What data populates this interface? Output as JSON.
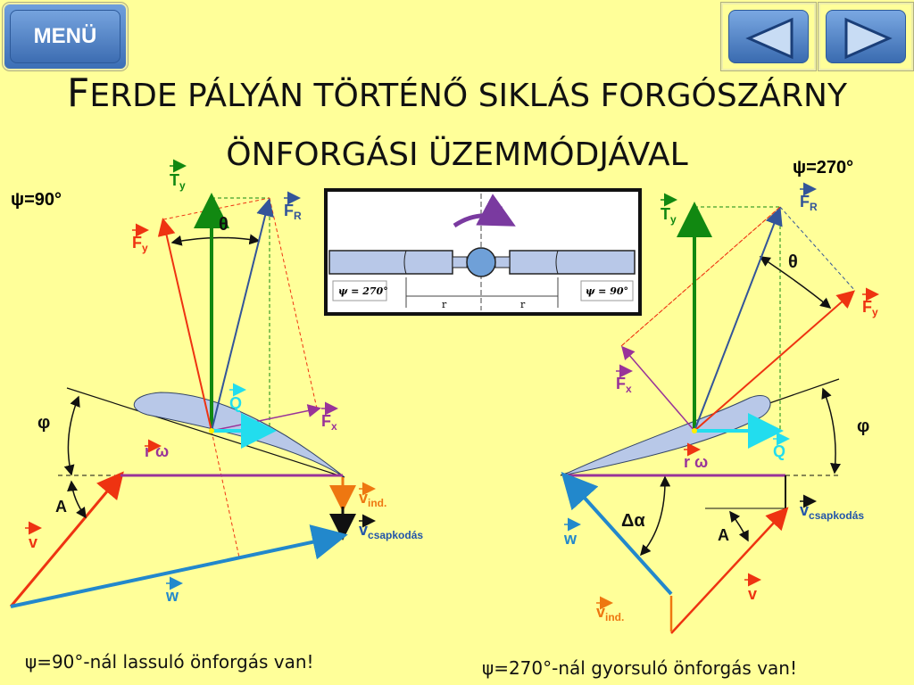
{
  "nav": {
    "menu_label": "MENÜ",
    "prev_icon": "left-triangle-icon",
    "next_icon": "right-triangle-icon"
  },
  "title": {
    "line1_cap": "F",
    "line1_rest": "ERDE PÁLYÁN TÖRTÉNŐ SIKLÁS FORGÓSZÁRNY",
    "line2": "ÖNFORGÁSI ÜZEMMÓDJÁVAL"
  },
  "inset": {
    "omega": "ω",
    "psi_left": "ψ = 270°",
    "psi_right": "ψ = 90°",
    "r_left": "r",
    "r_right": "r"
  },
  "left": {
    "psi": "ψ=90°",
    "Ty": "T",
    "Ty_sub": "y",
    "theta": "θ",
    "Fy": "F",
    "Fy_sub": "y",
    "FR": "F",
    "FR_sub": "R",
    "Q": "Q",
    "Fx": "F",
    "Fx_sub": "x",
    "phi": "φ",
    "rw": "r ω",
    "A": "A",
    "v": "v",
    "vind": "v",
    "vind_sub": "ind.",
    "vcsap": "v",
    "vcsap_sub": "csapkodás",
    "w": "w"
  },
  "right": {
    "psi": "ψ=270°",
    "Ty": "T",
    "Ty_sub": "y",
    "FR": "F",
    "FR_sub": "R",
    "theta": "θ",
    "Fy": "F",
    "Fy_sub": "y",
    "Fx": "F",
    "Fx_sub": "x",
    "phi": "φ",
    "rw": "r ω",
    "Q": "Q",
    "vcsap": "v",
    "vcsap_sub": "csapkodás",
    "dalpha": "Δα",
    "w": "w",
    "A": "A",
    "v": "v",
    "vind": "v",
    "vind_sub": "ind."
  },
  "captions": {
    "left": "ψ=90°-nál lassuló önforgás van!",
    "right": "ψ=270°-nál gyorsuló önforgás van!"
  },
  "colors": {
    "background": "#ffff99",
    "green": "#118811",
    "red": "#ee3311",
    "blue": "#335599",
    "cyan": "#22ddee",
    "purple": "#993399",
    "orange": "#ee7711",
    "steelblue": "#2288cc",
    "airfoil": "#b8c8e8"
  }
}
